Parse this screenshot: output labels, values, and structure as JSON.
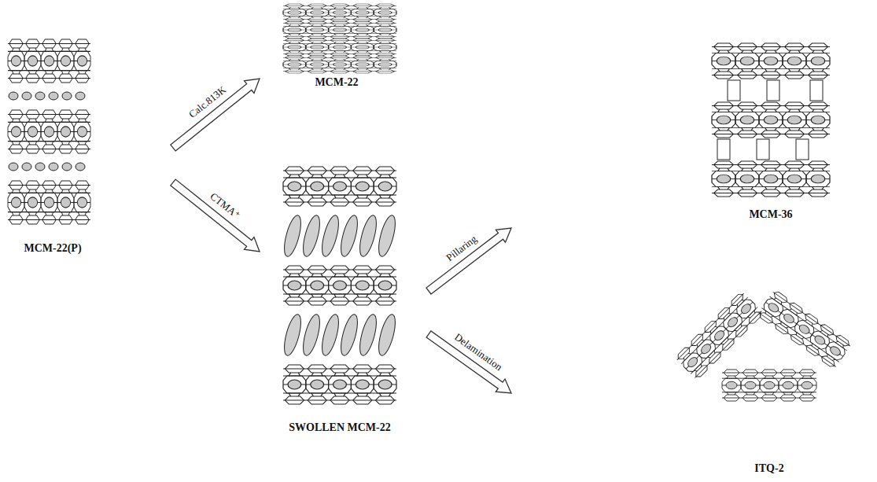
{
  "diagram": {
    "nodes": [
      {
        "text": [
          "MCM-22(P)"
        ]
      },
      {
        "text": [
          "MCM-22"
        ]
      },
      {
        "text": [
          "SWOLLEN MCM-22"
        ]
      },
      {
        "text": [
          "MCM-36"
        ]
      },
      {
        "text": [
          "ITQ-2"
        ]
      }
    ],
    "edges": [
      {
        "from": 0,
        "to": 1,
        "label": "Calc.813K",
        "arrow": "to"
      },
      {
        "from": 0,
        "to": 2,
        "label": "CTMA⁺",
        "arrow": "to"
      },
      {
        "from": 2,
        "to": 3,
        "label": "Pillaring",
        "arrow": "to"
      },
      {
        "from": 2,
        "to": 4,
        "label": "Delamination",
        "arrow": "to"
      }
    ]
  }
}
